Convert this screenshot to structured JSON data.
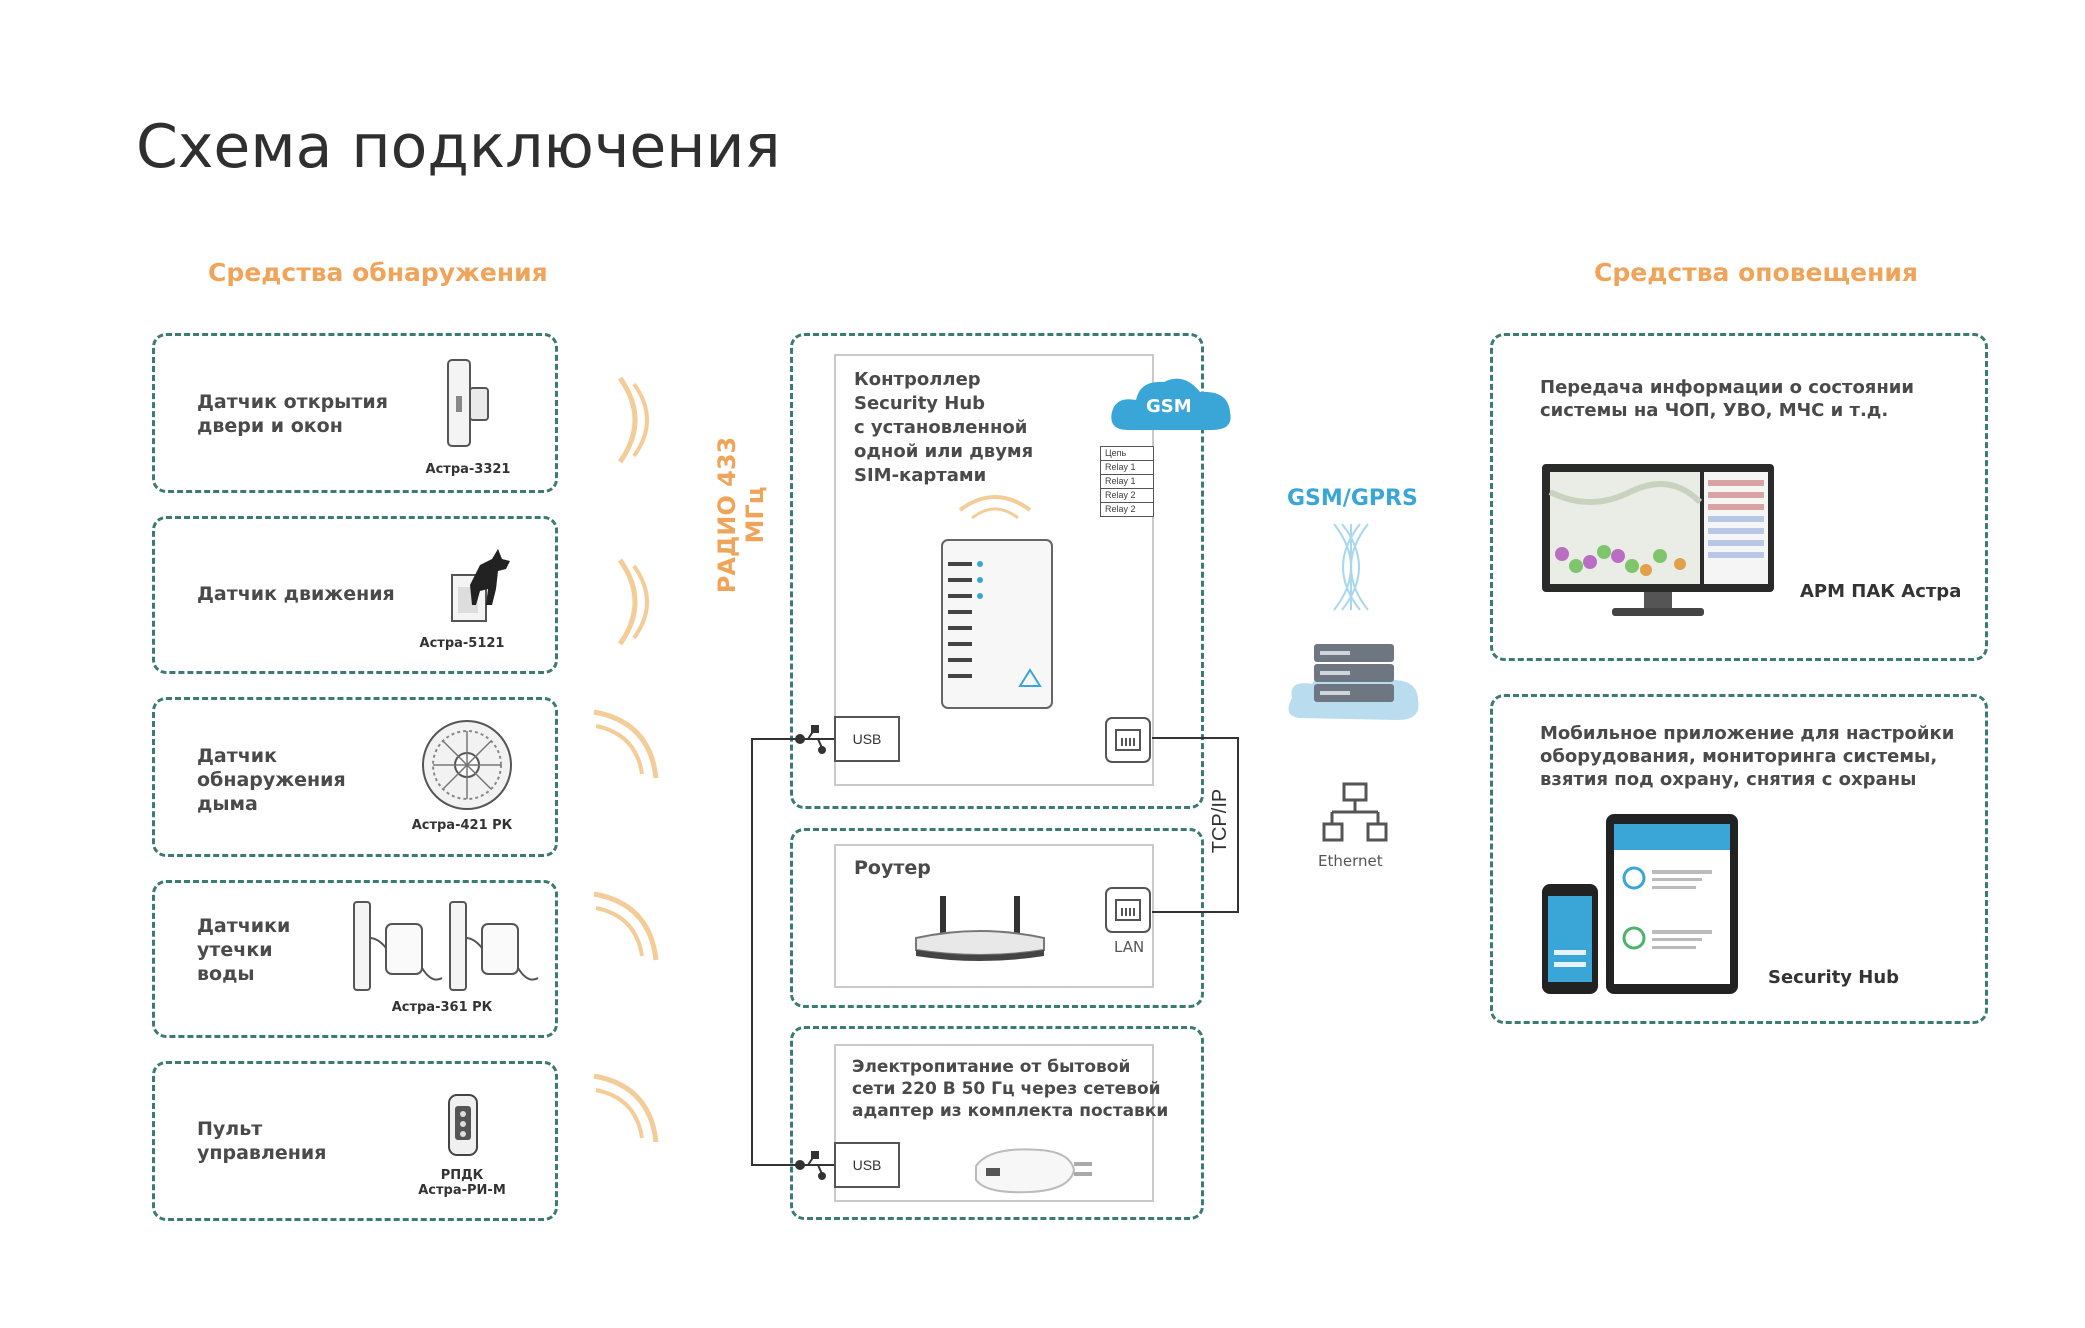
{
  "title": "Схема подключения",
  "sections": {
    "detection": "Средства обнаружения",
    "notification": "Средства оповещения"
  },
  "sensors": [
    {
      "label": "Датчик открытия\nдвери и окон",
      "model": "Астра-3321"
    },
    {
      "label": "Датчик движения",
      "model": "Астра-5121"
    },
    {
      "label": "Датчик\nобнаружения\nдыма",
      "model": "Астра-421 РК"
    },
    {
      "label": "Датчики\nутечки\nводы",
      "model": "Астра-361 РК"
    },
    {
      "label": "Пульт\nуправления",
      "model": "РПДК\nАстра-РИ-М"
    }
  ],
  "radio_label": "РАДИО 433 МГц",
  "controller": {
    "text": "Контроллер\nSecurity Hub\nс установленной\nодной или двумя\nSIM-картами",
    "gsm": "GSM",
    "relays": [
      "Цепь",
      "Relay 1",
      "Relay 1",
      "Relay 2",
      "Relay 2"
    ],
    "usb": "USB"
  },
  "router": {
    "title": "Роутер",
    "lan": "LAN"
  },
  "power": {
    "text": "Электропитание от бытовой\nсети 220 В 50 Гц через сетевой\nадаптер из комплекта поставки",
    "usb": "USB"
  },
  "tcpip": "TCP/IP",
  "gsm_gprs": "GSM/GPRS",
  "ethernet": "Ethernet",
  "notify": [
    {
      "text": "Передача информации о состоянии\nсистемы на ЧОП, УВО, МЧС и т.д.",
      "caption": "АРМ ПАК Астра"
    },
    {
      "text": "Мобильное приложение для настройки\nоборудования, мониторинга системы,\nвзятия под охрану, снятия с охраны",
      "caption": "Security Hub"
    }
  ],
  "colors": {
    "accent": "#f0a45a",
    "frame": "#3d7a72",
    "gsm": "#3aa6d8"
  }
}
